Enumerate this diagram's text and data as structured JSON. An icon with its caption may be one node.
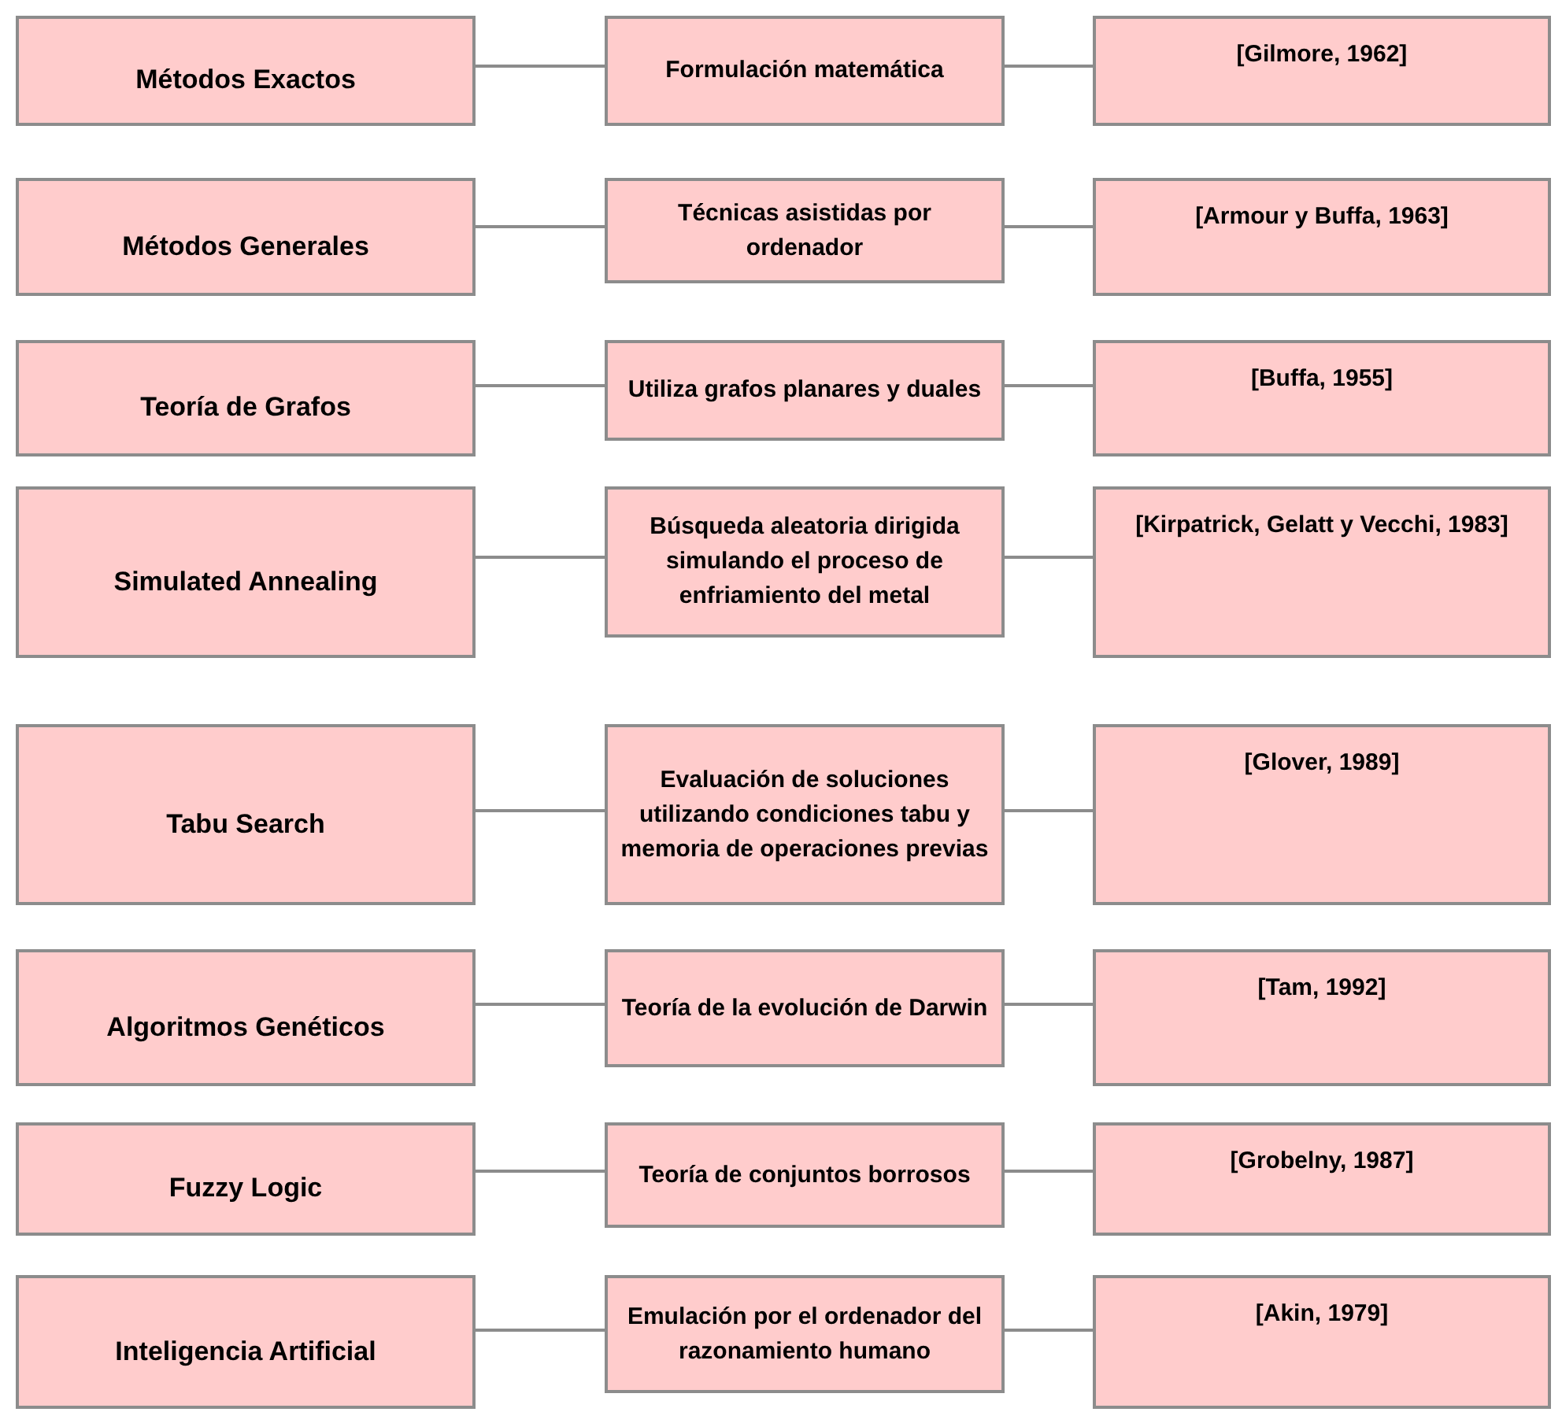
{
  "diagram": {
    "nodes": [
      {
        "text": [
          "Métodos Exactos"
        ]
      },
      {
        "text": [
          "Formulación matemática"
        ]
      },
      {
        "text": [
          "[Gilmore, 1962]"
        ]
      },
      {
        "text": [
          "Métodos Generales"
        ]
      },
      {
        "text": [
          "Técnicas asistidas por ordenador"
        ]
      },
      {
        "text": [
          "[Armour y Buffa, 1963]"
        ]
      },
      {
        "text": [
          "Teoría de Grafos"
        ]
      },
      {
        "text": [
          "Utiliza grafos planares y duales"
        ]
      },
      {
        "text": [
          "[Buffa, 1955]"
        ]
      },
      {
        "text": [
          "Simulated Annealing"
        ]
      },
      {
        "text": [
          "Búsqueda aleatoria dirigida simulando el proceso de enfriamiento del metal"
        ]
      },
      {
        "text": [
          "[Kirpatrick, Gelatt y Vecchi, 1983]"
        ]
      },
      {
        "text": [
          "Tabu Search"
        ]
      },
      {
        "text": [
          "Evaluación de soluciones utilizando condiciones tabu y memoria de operaciones previas"
        ]
      },
      {
        "text": [
          "[Glover, 1989]"
        ]
      },
      {
        "text": [
          "Algoritmos Genéticos"
        ]
      },
      {
        "text": [
          "Teoría de la evolución de Darwin"
        ]
      },
      {
        "text": [
          "[Tam, 1992]"
        ]
      },
      {
        "text": [
          "Fuzzy Logic"
        ]
      },
      {
        "text": [
          "Teoría de conjuntos borrosos"
        ]
      },
      {
        "text": [
          "[Grobelny, 1987]"
        ]
      },
      {
        "text": [
          "Inteligencia Artificial"
        ]
      },
      {
        "text": [
          "Emulación por el ordenador del razonamiento humano"
        ]
      },
      {
        "text": [
          "[Akin, 1979]"
        ]
      }
    ],
    "edges": [
      {
        "from": 0,
        "to": 1,
        "arrow": "none"
      },
      {
        "from": 1,
        "to": 2,
        "arrow": "none"
      },
      {
        "from": 3,
        "to": 4,
        "arrow": "none"
      },
      {
        "from": 4,
        "to": 5,
        "arrow": "none"
      },
      {
        "from": 6,
        "to": 7,
        "arrow": "none"
      },
      {
        "from": 7,
        "to": 8,
        "arrow": "none"
      },
      {
        "from": 9,
        "to": 10,
        "arrow": "none"
      },
      {
        "from": 10,
        "to": 11,
        "arrow": "none"
      },
      {
        "from": 12,
        "to": 13,
        "arrow": "none"
      },
      {
        "from": 13,
        "to": 14,
        "arrow": "none"
      },
      {
        "from": 15,
        "to": 16,
        "arrow": "none"
      },
      {
        "from": 16,
        "to": 17,
        "arrow": "none"
      },
      {
        "from": 18,
        "to": 19,
        "arrow": "none"
      },
      {
        "from": 19,
        "to": 20,
        "arrow": "none"
      },
      {
        "from": 21,
        "to": 22,
        "arrow": "none"
      },
      {
        "from": 22,
        "to": 23,
        "arrow": "none"
      }
    ]
  }
}
